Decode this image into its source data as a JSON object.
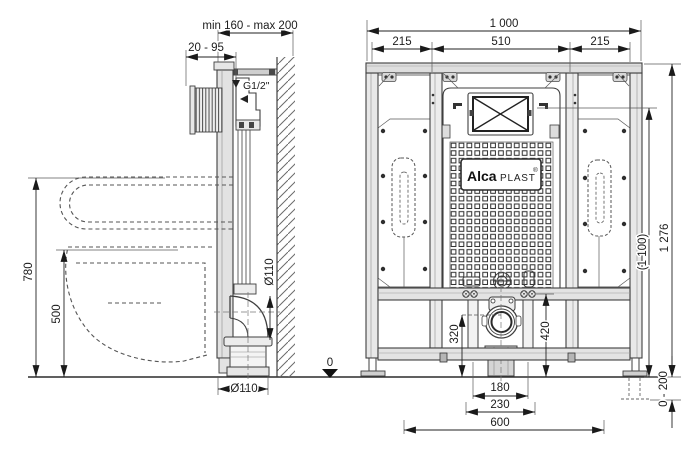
{
  "colors": {
    "line": "#3f3f3f",
    "dimension": "#1c1c1c",
    "metal_fill": "#e3e3e3",
    "panel_fill": "#ffffff",
    "background": "#ffffff"
  },
  "logo": {
    "brand_bold": "Alca",
    "brand_light": "PLAST",
    "registered": "®"
  },
  "floor": {
    "level_label": "0"
  },
  "side_view": {
    "dims": {
      "wall_clearance": "min 160 - max 200",
      "supply_protrusion": "20 - 95",
      "water_supply": "G1/2\"",
      "seat_height": "780",
      "bowl_height": "500",
      "waste_pipe_diameter_side": "Ø110",
      "waste_pipe_diameter_bottom": "Ø110"
    }
  },
  "front_view": {
    "dims": {
      "overall_width": "1 000",
      "left_offset": "215",
      "center_width": "510",
      "right_offset": "215",
      "overall_height": "1 276",
      "control_panel_height": "(1 100)",
      "feet_adjustment": "0 - 200",
      "waste_center_height": "320",
      "flush_pipe_height": "420",
      "stud_spacing": "180",
      "fixing_spacing": "230",
      "feet_spacing": "600"
    }
  }
}
